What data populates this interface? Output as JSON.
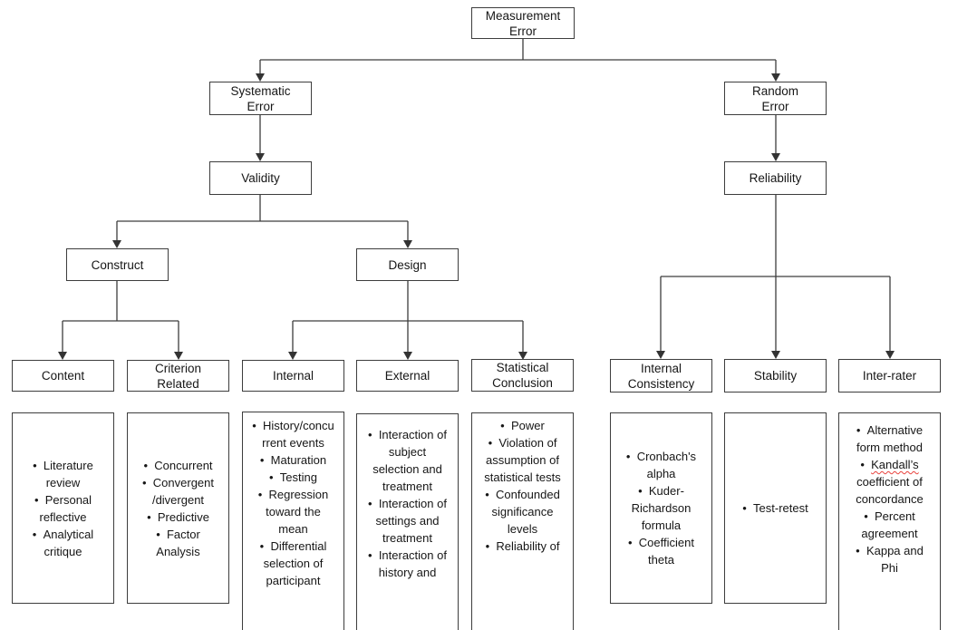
{
  "colors": {
    "background": "#ffffff",
    "line": "#3d3d3d",
    "box_border": "#3d3d3d",
    "text": "#161616",
    "spellcheck_underline": "#e8413c"
  },
  "nodes": {
    "measurement_error": "Measurement Error",
    "systematic_error": "Systematic Error",
    "random_error": "Random Error",
    "validity": "Validity",
    "reliability": "Reliability",
    "construct": "Construct",
    "design": "Design",
    "content": "Content",
    "criterion_related": "Criterion Related",
    "internal": "Internal",
    "external": "External",
    "statistical_conclusion": "Statistical Conclusion",
    "internal_consistency": "Internal Consistency",
    "stability": "Stability",
    "inter_rater": "Inter-rater"
  },
  "lists": {
    "content": [
      "Literature review",
      "Personal reflective",
      "Analytical critique"
    ],
    "criterion_related": [
      "Concurrent",
      "Convergent /divergent",
      "Predictive",
      "Factor Analysis"
    ],
    "internal": [
      "History/concurrent events",
      "Maturation",
      "Testing",
      "Regression toward the mean",
      "Differential selection of participant"
    ],
    "external": [
      "Interaction of subject selection and treatment",
      "Interaction of settings and treatment",
      "Interaction of history and"
    ],
    "statistical_conclusion": [
      "Power",
      "Violation of assumption of statistical tests",
      "Confounded significance levels",
      "Reliability of"
    ],
    "internal_consistency": [
      "Cronbach's alpha",
      "Kuder-Richardson formula",
      "Coefficient theta"
    ],
    "stability": [
      "Test-retest"
    ],
    "inter_rater": {
      "item_1": "Alternative form method",
      "item_2_word": "Kandall’s",
      "item_2_rest": " coefficient of concordance",
      "item_3": "Percent agreement",
      "item_4": "Kappa and Phi"
    }
  }
}
